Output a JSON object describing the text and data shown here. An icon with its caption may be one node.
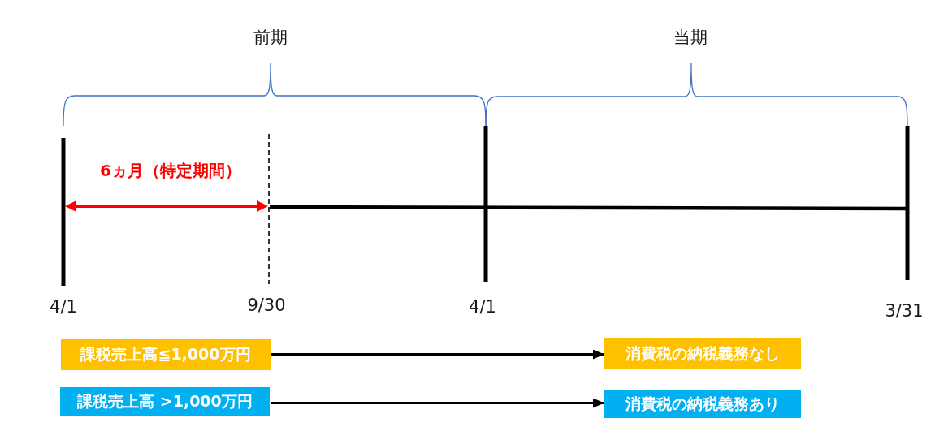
{
  "diagram": {
    "nodes": [
      {
        "text": [
          "課税売上高≦1,000万円"
        ]
      },
      {
        "text": [
          "消費税の納税義務なし"
        ]
      },
      {
        "text": [
          "課税売上高 >1,000万円"
        ]
      },
      {
        "text": [
          "消費税の納税義務あり"
        ]
      }
    ],
    "edges": [
      {
        "from": 0,
        "to": 1,
        "arrow": "to"
      },
      {
        "from": 2,
        "to": 3,
        "arrow": "to"
      }
    ],
    "labels": [
      "前期",
      "当期",
      "6ヵ月（特定期間）",
      "4/1",
      "9/30",
      "4/1",
      "3/31"
    ]
  }
}
